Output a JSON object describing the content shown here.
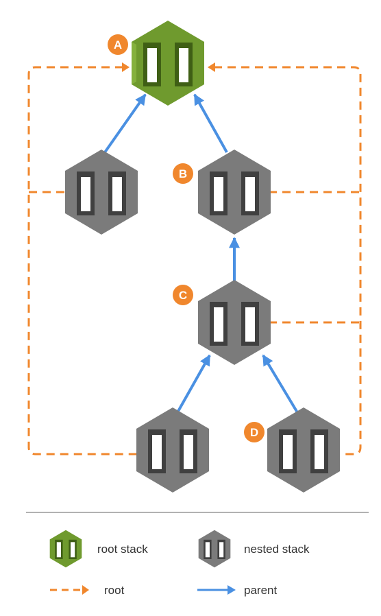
{
  "nodes": [
    {
      "id": "root",
      "type": "root",
      "label": "A"
    },
    {
      "id": "left",
      "type": "nested",
      "label": ""
    },
    {
      "id": "b",
      "type": "nested",
      "label": "B"
    },
    {
      "id": "c",
      "type": "nested",
      "label": "C"
    },
    {
      "id": "bottom-left",
      "type": "nested",
      "label": ""
    },
    {
      "id": "d",
      "type": "nested",
      "label": "D"
    }
  ],
  "parent_edges": [
    {
      "from": "left",
      "to": "root"
    },
    {
      "from": "b",
      "to": "root"
    },
    {
      "from": "c",
      "to": "b"
    },
    {
      "from": "bottom-left",
      "to": "c"
    },
    {
      "from": "d",
      "to": "c"
    }
  ],
  "root_edges": [
    {
      "from": "left",
      "to": "root"
    },
    {
      "from": "bottom-left",
      "to": "root"
    },
    {
      "from": "b",
      "to": "root"
    },
    {
      "from": "c",
      "to": "root"
    },
    {
      "from": "d",
      "to": "root"
    }
  ],
  "legend": {
    "root_stack": "root stack",
    "nested_stack": "nested stack",
    "root": "root",
    "parent": "parent"
  },
  "colors": {
    "root_green": "#6f9a2e",
    "nested_gray": "#7b7b7b",
    "orange": "#f0872d",
    "blue": "#4a90e2",
    "divider": "#999999"
  }
}
